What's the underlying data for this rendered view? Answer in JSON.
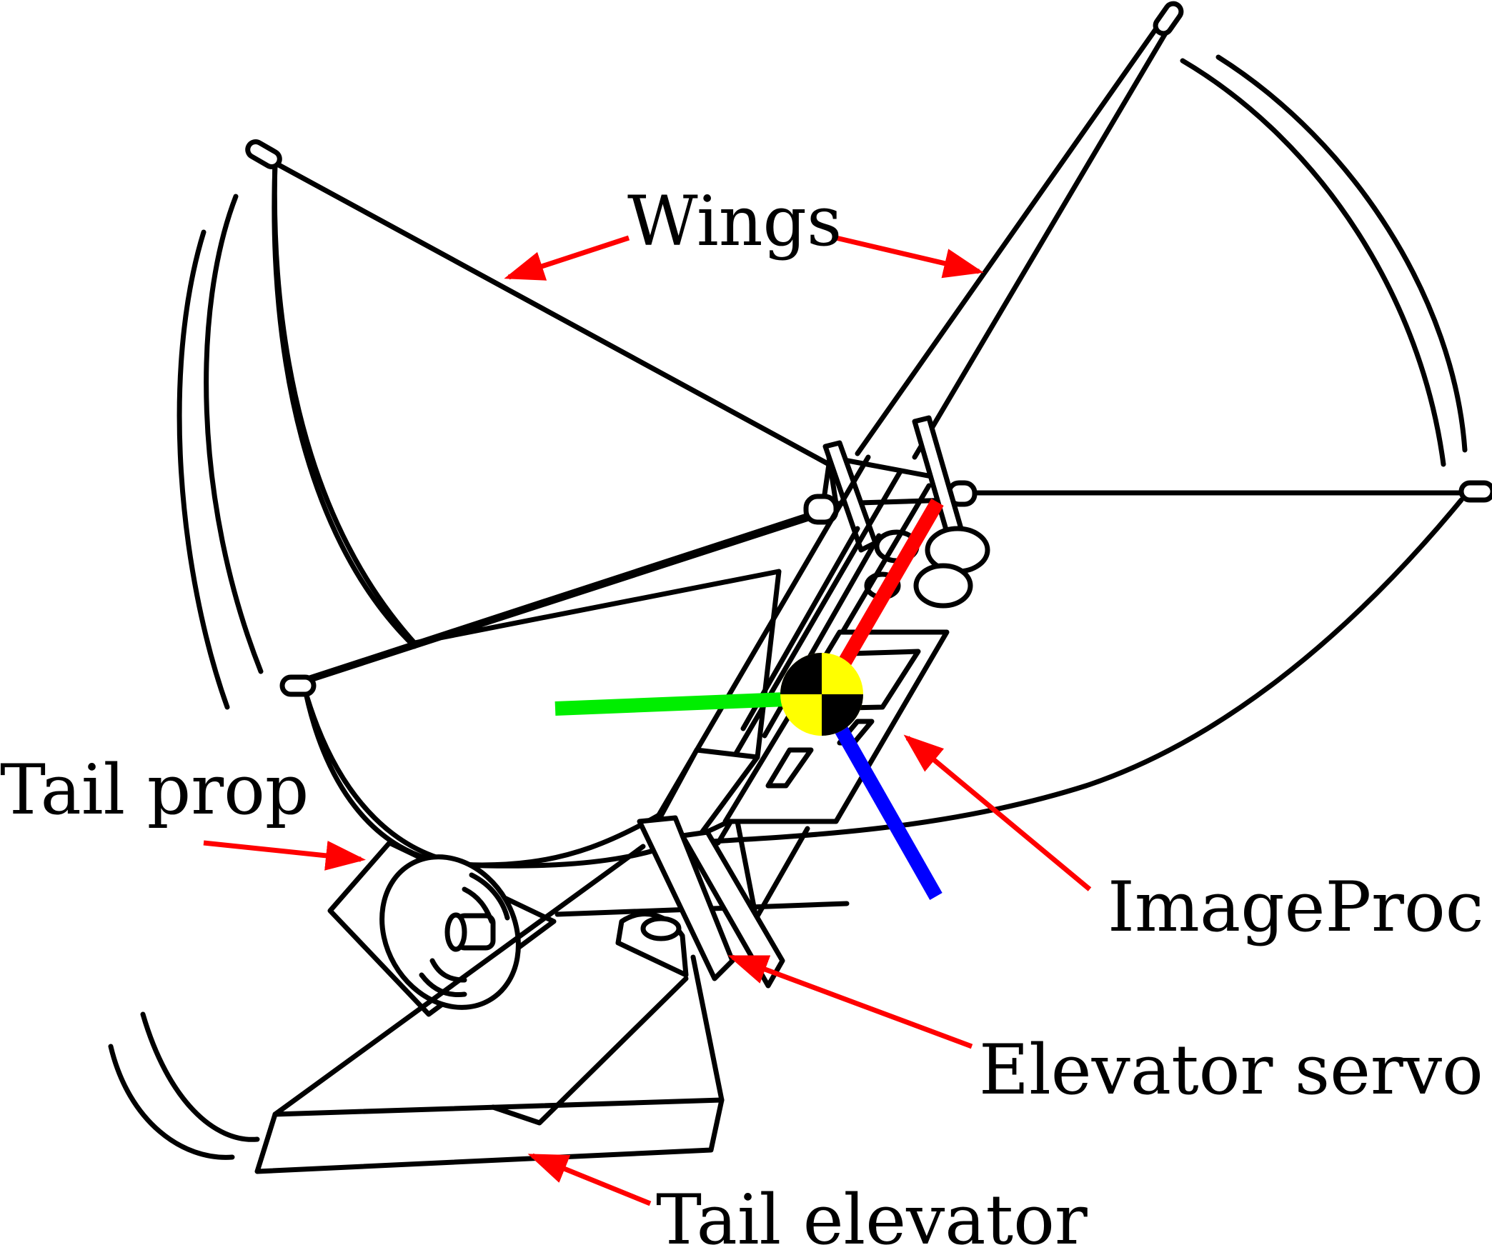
{
  "labels": {
    "wings": "Wings",
    "tail_prop": "Tail prop",
    "image_proc": "ImageProc",
    "elevator_servo": "Elevator servo",
    "tail_elevator": "Tail elevator"
  },
  "colors": {
    "annotation": "#ff0000",
    "axis_x": "#ff0000",
    "axis_y": "#00ee00",
    "axis_z": "#0000ff",
    "cg_marker_light": "#ffff00",
    "cg_marker_dark": "#000000",
    "outline": "#000000"
  },
  "icons": {
    "cg_marker": "center-of-gravity-icon"
  }
}
